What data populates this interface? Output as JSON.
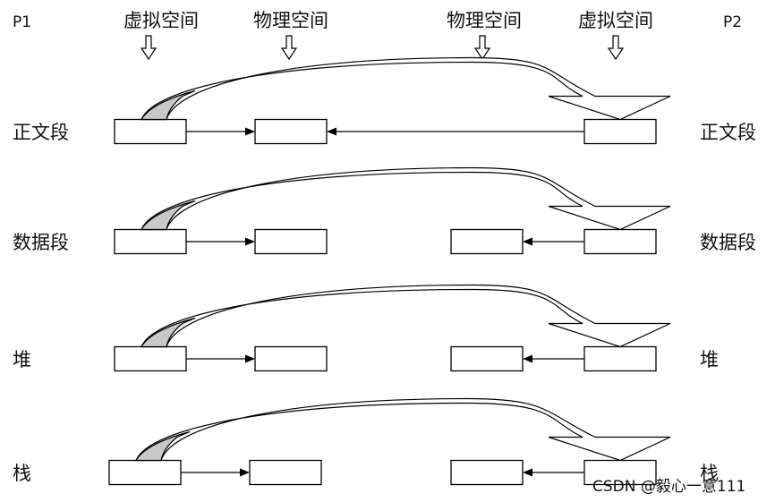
{
  "process_labels": {
    "left": "P1",
    "right": "P2"
  },
  "column_headers": [
    "虚拟空间",
    "物理空间",
    "物理空间",
    "虚拟空间"
  ],
  "segments": [
    {
      "label": "正文段",
      "shared_physical": true
    },
    {
      "label": "数据段",
      "shared_physical": false
    },
    {
      "label": "堆",
      "shared_physical": false
    },
    {
      "label": "栈",
      "shared_physical": false
    }
  ],
  "watermark": "CSDN @毅心一意111",
  "colors": {
    "line": "#000000",
    "curve_tail": "#c8c8c8",
    "background": "#ffffff"
  }
}
